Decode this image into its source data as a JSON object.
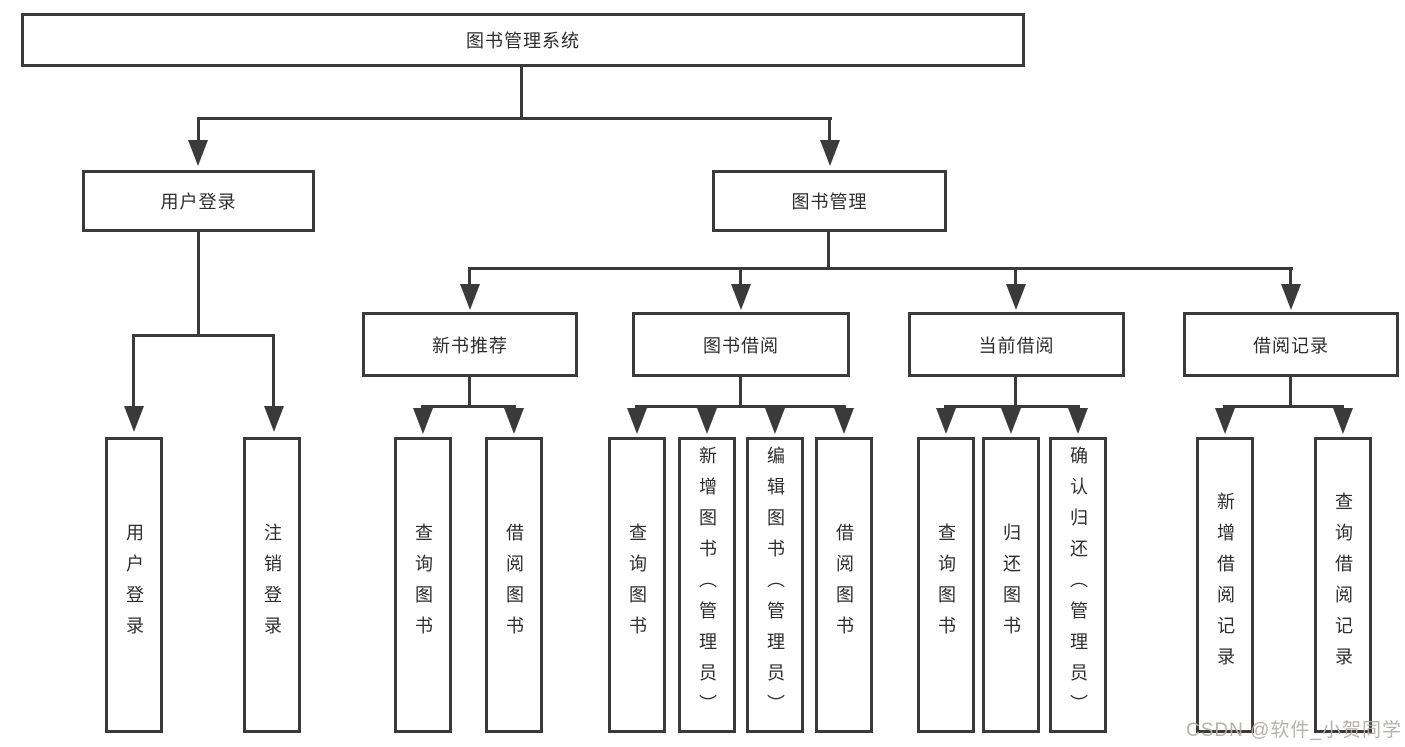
{
  "root": {
    "label": "图书管理系统"
  },
  "branches": {
    "user_login": "用户登录",
    "book_mgmt": "图书管理",
    "new_book": "新书推荐",
    "book_borrow": "图书借阅",
    "current_borrow": "当前借阅",
    "borrow_record": "借阅记录"
  },
  "leaves": {
    "user_login_1": "用户登录",
    "user_login_2": "注销登录",
    "new_book_1": "查询图书",
    "new_book_2": "借阅图书",
    "book_borrow_1": "查询图书",
    "book_borrow_2": "新增图书（管理员）",
    "book_borrow_3": "编辑图书（管理员）",
    "book_borrow_4": "借阅图书",
    "current_borrow_1": "查询图书",
    "current_borrow_2": "归还图书",
    "current_borrow_3": "确认归还（管理员）",
    "borrow_record_1": "新增借阅记录",
    "borrow_record_2": "查询借阅记录"
  },
  "watermark": "CSDN @软件_小贺同学",
  "colors": {
    "line": "#3a3a3a",
    "text": "#2d2d2d",
    "watermark": "#b1aeab",
    "background": "#ffffff"
  }
}
